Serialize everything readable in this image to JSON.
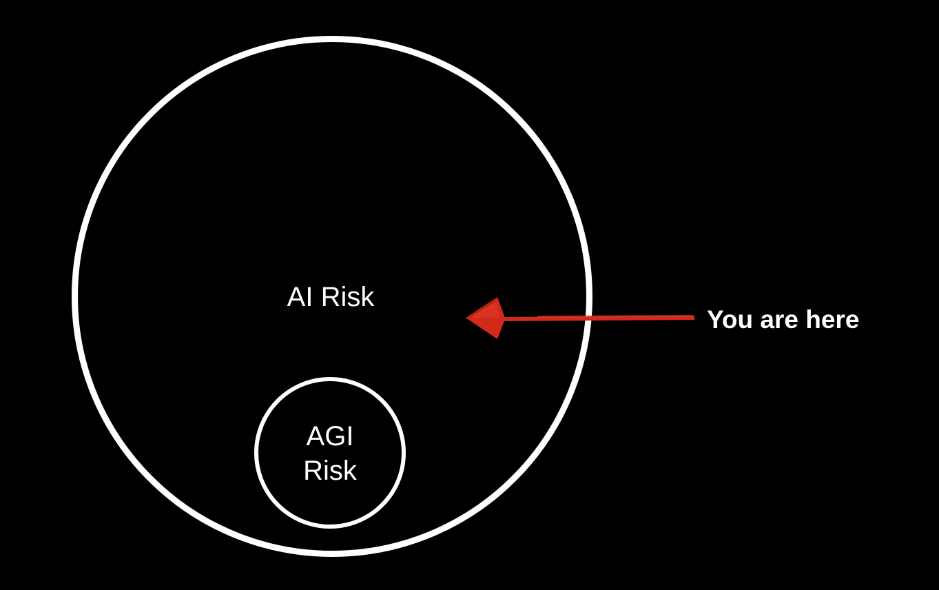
{
  "diagram": {
    "outer_label": "AI Risk",
    "inner_label_line1": "AGI",
    "inner_label_line2": "Risk",
    "pointer_label": "You are here"
  },
  "colors": {
    "background": "#000000",
    "circles": "#ffffff",
    "text": "#ffffff",
    "arrow": "#d22a1a"
  },
  "icons": {
    "pointer": "left-arrow-icon"
  }
}
